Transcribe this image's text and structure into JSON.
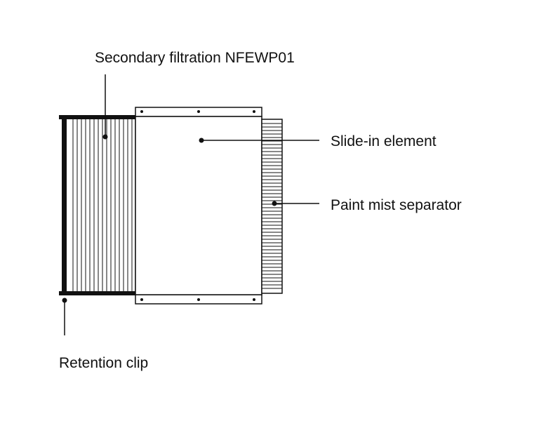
{
  "labels": {
    "secondary_filtration": "Secondary filtration NFEWP01",
    "slide_in": "Slide-in element",
    "paint_mist": "Paint mist separator",
    "retention_clip": "Retention clip"
  },
  "colors": {
    "line": "#111111",
    "background": "#ffffff"
  }
}
